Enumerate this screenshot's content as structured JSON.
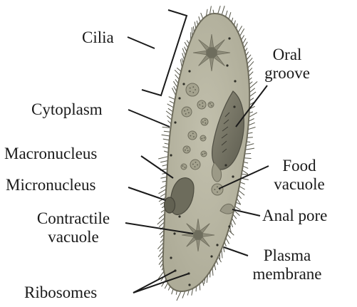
{
  "diagram": {
    "labels": {
      "cilia": "Cilia",
      "oral_groove_1": "Oral",
      "oral_groove_2": "groove",
      "cytoplasm": "Cytoplasm",
      "macronucleus": "Macronucleus",
      "micronucleus": "Micronucleus",
      "food_vacuole_1": "Food",
      "food_vacuole_2": "vacuole",
      "contractile_vacuole_1": "Contractile",
      "contractile_vacuole_2": "vacuole",
      "anal_pore": "Anal pore",
      "plasma_membrane_1": "Plasma",
      "plasma_membrane_2": "membrane",
      "ribosomes": "Ribosomes"
    },
    "colors": {
      "cytoplasm_fill": "#b7b5a1",
      "nucleus_fill": "#6d6c5c",
      "vacuole_fill": "#a3a18d",
      "membrane_stroke": "#6e6c5c",
      "cilia_stroke": "#555548",
      "leader_line": "#1a1a1a"
    }
  }
}
